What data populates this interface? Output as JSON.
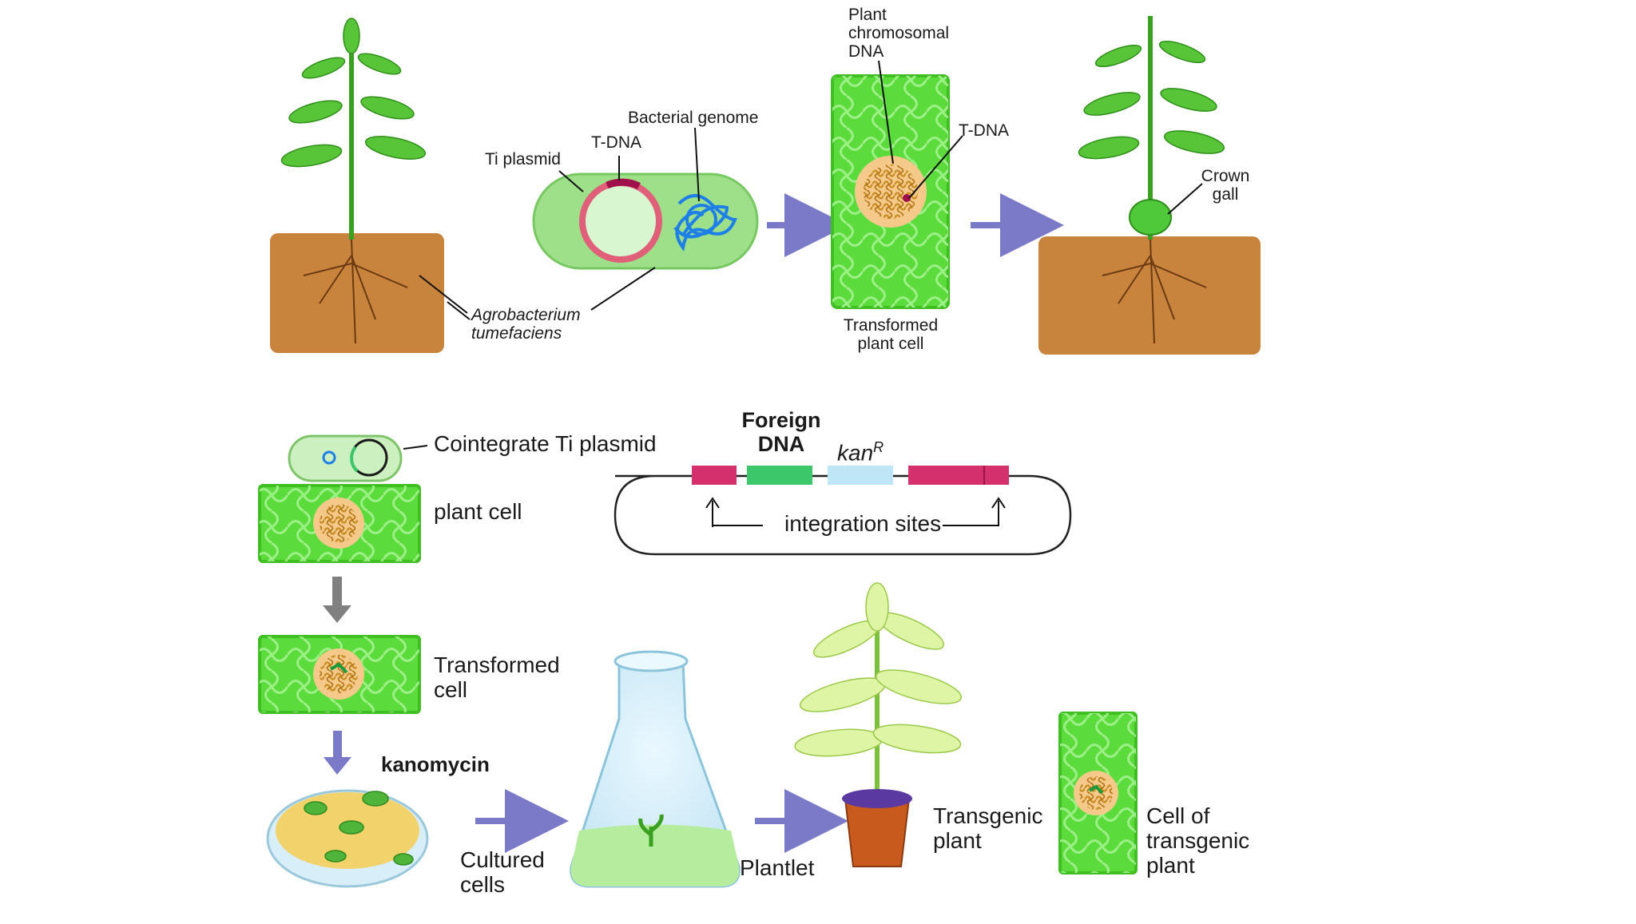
{
  "colors": {
    "soil": "#c8833c",
    "cell_green": "#5bdc3c",
    "cell_edge": "#3fbf22",
    "nucleus": "#f4c98a",
    "chromatin": "#c88a1e",
    "bacterium": "#9ee08a",
    "plasmid_red": "#e0607a",
    "genome_blue": "#1e7fe6",
    "arrow_purple": "#7a7ac8",
    "arrow_gray": "#808080",
    "segment_magenta": "#d4306e",
    "segment_green": "#3cc86a",
    "segment_lightblue": "#bfe6f6"
  },
  "top": {
    "ti_plasmid": "Ti plasmid",
    "t_dna_1": "T-DNA",
    "bacterial_genome": "Bacterial genome",
    "agrobacterium": "Agrobacterium tumefaciens",
    "plant_chromosomal_dna": "Plant chromosomal DNA",
    "t_dna_2": "T-DNA",
    "transformed_plant_cell": "Transformed plant cell",
    "crown_gall": "Crown gall"
  },
  "bottom": {
    "cointegrate": "Cointegrate Ti plasmid",
    "plant_cell": "plant cell",
    "foreign_dna": "Foreign DNA",
    "kan": "kan",
    "kan_sup": "R",
    "integration_sites": "integration sites",
    "transformed_cell": "Transformed cell",
    "kanomycin": "kanomycin",
    "cultured_cells": "Cultured cells",
    "plantlet": "Plantlet",
    "transgenic_plant": "Transgenic plant",
    "cell_of_transgenic_plant": "Cell of transgenic plant"
  }
}
